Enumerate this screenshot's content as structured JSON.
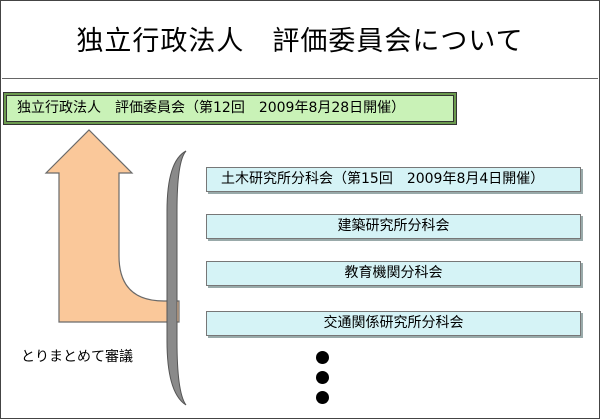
{
  "title": "独立行政法人　評価委員会について",
  "main_committee": "独立行政法人　評価委員会（第12回　2009年8月28日開催）",
  "subcommittees": [
    "土木研究所分科会（第15回　2009年8月4日開催）",
    "建築研究所分科会",
    "教育機関分科会",
    "交通関係研究所分科会"
  ],
  "review_label": "とりまとめて審議",
  "colors": {
    "main_box": "#c9f2b7",
    "sub_box": "#d5f3f6",
    "arrow": "#fac89a",
    "brace": "#8a8a8a"
  }
}
